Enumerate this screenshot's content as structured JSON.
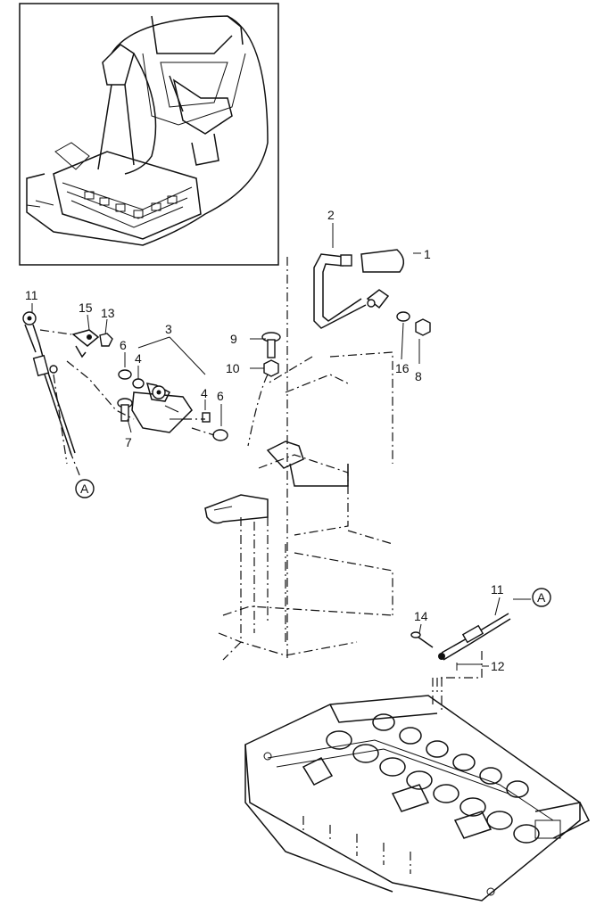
{
  "callouts": {
    "c1": "1",
    "c2": "2",
    "c3": "3",
    "c4a": "4",
    "c4b": "4",
    "c6a": "6",
    "c6b": "6",
    "c7": "7",
    "c8": "8",
    "c9": "9",
    "c10": "10",
    "c11a": "11",
    "c11b": "11",
    "c12": "12",
    "c13": "13",
    "c14": "14",
    "c15": "15",
    "c16": "16"
  },
  "refs": {
    "ref_a_left": "A",
    "ref_a_right": "A"
  }
}
